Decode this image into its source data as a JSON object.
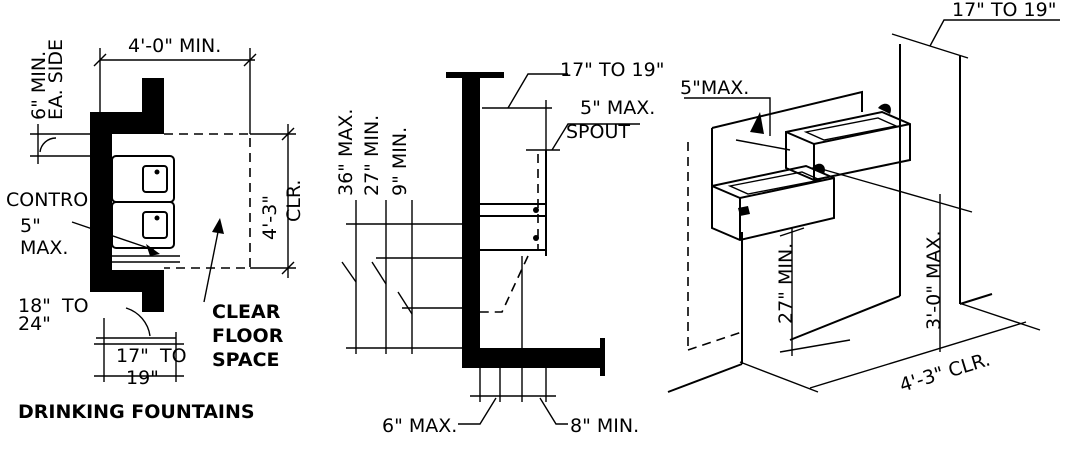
{
  "left_view": {
    "width_dim": "4'-0\" MIN.",
    "side_dim_1": "6\" MIN.",
    "side_dim_2": "EA. SIDE",
    "depth_dim": "4'-3\"",
    "depth_clr": "CLR.",
    "controls_label": "CONTRO",
    "max_5": "5\"",
    "max_label": "MAX.",
    "range_18": "18\"",
    "range_to": "TO",
    "range_24": "24\"",
    "range_17": "17\"",
    "range_to_2": "TO",
    "range_19": "19\"",
    "clear_1": "CLEAR",
    "clear_2": "FLOOR",
    "clear_3": "SPACE",
    "caption": "DRINKING FOUNTAINS"
  },
  "middle_view": {
    "reach_dim": "17\" TO 19\"",
    "spout_max": "5\" MAX.",
    "spout_label": "SPOUT",
    "h36": "36\" MAX.",
    "h27": "27\" MIN.",
    "h9": "9\" MIN.",
    "bottom_6": "6\" MAX.",
    "bottom_8": "8\" MIN."
  },
  "right_view": {
    "reach_dim": "17\" TO 19\"",
    "spout_max": "5\"MAX.",
    "h27": "27\" MIN.",
    "h30": "3'-0\" MAX.",
    "clr_dim": "4'-3\" CLR."
  }
}
